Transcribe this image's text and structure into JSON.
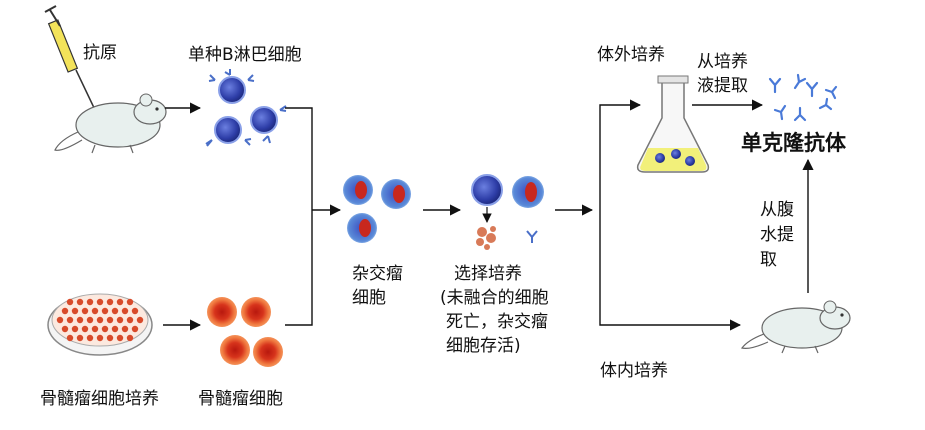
{
  "labels": {
    "antigen": "抗原",
    "b_cells": "单种B淋巴细胞",
    "myeloma_culture": "骨髓瘤细胞培养",
    "myeloma_cells": "骨髓瘤细胞",
    "hybridoma_l1": "杂交瘤",
    "hybridoma_l2": "细胞",
    "selection_l1": "选择培养",
    "selection_l2": "(未融合的细胞",
    "selection_l3": "死亡，杂交瘤",
    "selection_l4": "细胞存活)",
    "in_vitro": "体外培养",
    "in_vivo": "体内培养",
    "from_culture_l1": "从培养",
    "from_culture_l2": "液提取",
    "mab": "单克隆抗体",
    "ascites_l1": "从腹",
    "ascites_l2": "水提",
    "ascites_l3": "取"
  },
  "colors": {
    "b_cell_fill": "#3b4fb8",
    "myeloma_fill": "#e8623a",
    "nucleus_red": "#c8281e",
    "antibody_blue": "#4a6fc8",
    "flask_liquid": "#f2f07a",
    "arrow": "#111111"
  }
}
